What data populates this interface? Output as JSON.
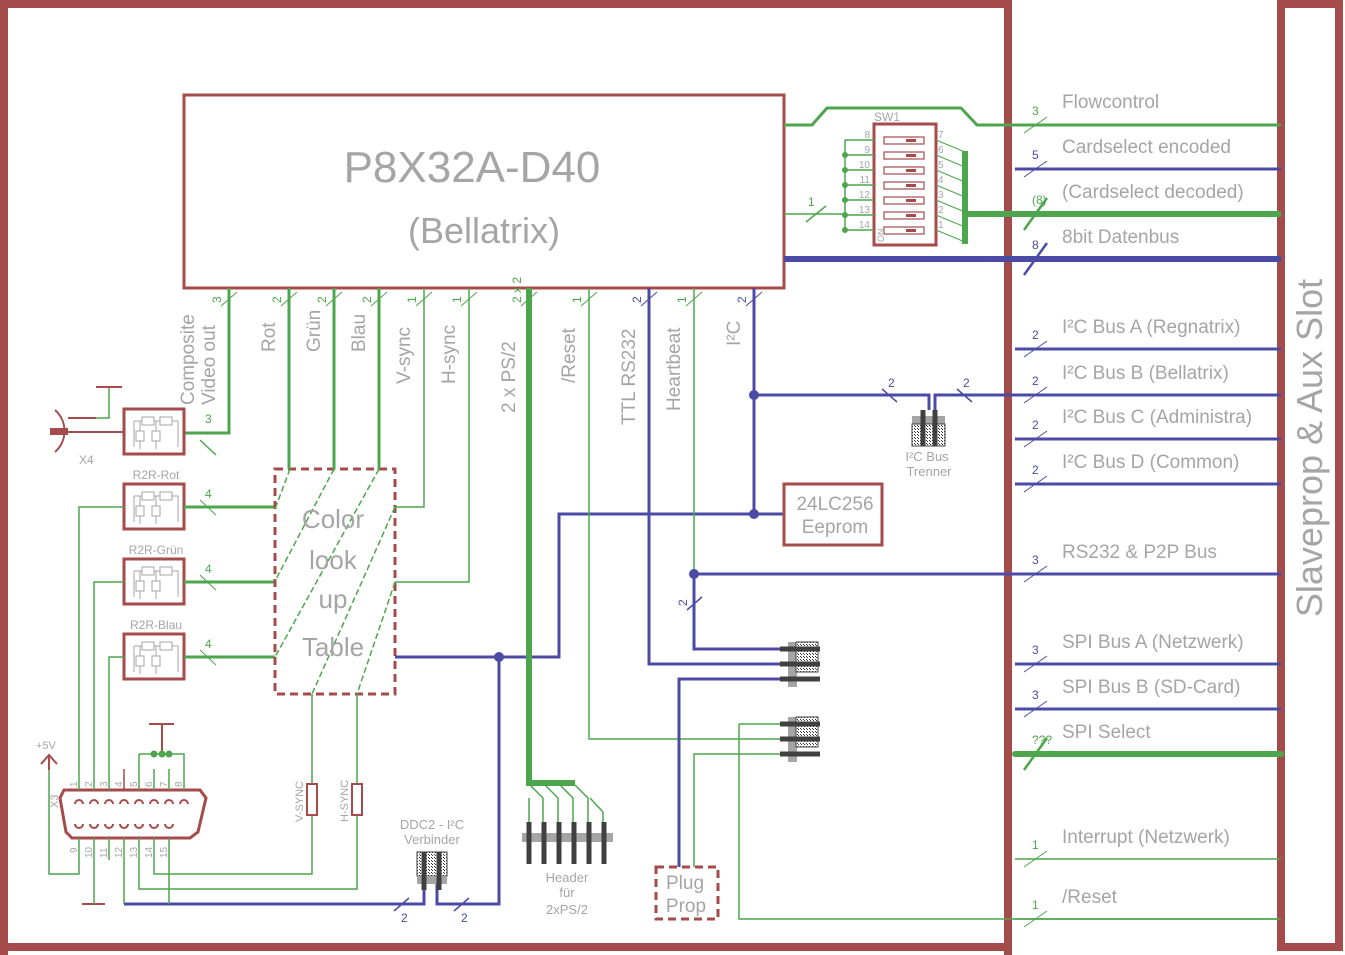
{
  "main_chip": {
    "part_number": "P8X32A-D40",
    "name": "(Bellatrix)"
  },
  "switch": {
    "ref": "SW1",
    "left_pins": [
      "8",
      "9",
      "10",
      "11",
      "12",
      "13",
      "14"
    ],
    "right_pins": [
      "7",
      "6",
      "5",
      "4",
      "3",
      "2",
      "1"
    ],
    "on_label": "ON",
    "bus_width": "1"
  },
  "chip_signals": [
    {
      "label": "Composite Video out",
      "line1": "Composite",
      "line2": "Video out",
      "width": "3",
      "color": "green"
    },
    {
      "label": "Rot",
      "width": "2",
      "color": "green"
    },
    {
      "label": "Grün",
      "width": "2",
      "color": "green"
    },
    {
      "label": "Blau",
      "width": "2",
      "color": "green"
    },
    {
      "label": "V-sync",
      "width": "1",
      "color": "green"
    },
    {
      "label": "H-sync",
      "width": "1",
      "color": "green"
    },
    {
      "label": "2 x PS/2",
      "width": "2 x 2",
      "color": "green"
    },
    {
      "label": "/Reset",
      "width": "1",
      "color": "green"
    },
    {
      "label": "TTL RS232",
      "width": "2",
      "color": "blue"
    },
    {
      "label": "Heartbeat",
      "width": "1",
      "color": "green"
    },
    {
      "label": "I²C",
      "width": "2",
      "color": "blue"
    }
  ],
  "slot_buses": [
    {
      "label": "Flowcontrol",
      "width": "3",
      "color": "green"
    },
    {
      "label": "Cardselect encoded",
      "width": "5",
      "color": "blue"
    },
    {
      "label": "(Cardselect decoded)",
      "width": "(8)",
      "color": "green"
    },
    {
      "label": "8bit Datenbus",
      "width": "8",
      "color": "blue"
    },
    {
      "label": "I²C Bus A (Regnatrix)",
      "width": "2",
      "color": "blue"
    },
    {
      "label": "I²C Bus B (Bellatrix)",
      "width": "2",
      "color": "blue"
    },
    {
      "label": "I²C Bus C (Administra)",
      "width": "2",
      "color": "blue"
    },
    {
      "label": "I²C Bus D (Common)",
      "width": "2",
      "color": "blue"
    },
    {
      "label": "RS232 & P2P Bus",
      "width": "3",
      "color": "blue"
    },
    {
      "label": "SPI Bus A (Netzwerk)",
      "width": "3",
      "color": "blue"
    },
    {
      "label": "SPI Bus B  (SD-Card)",
      "width": "3",
      "color": "blue"
    },
    {
      "label": "SPI Select",
      "width": "???",
      "color": "green"
    },
    {
      "label": "Interrupt (Netzwerk)",
      "width": "1",
      "color": "green"
    },
    {
      "label": "/Reset",
      "width": "1",
      "color": "green"
    }
  ],
  "slot": {
    "title": "Slaveprop & Aux Slot"
  },
  "components": {
    "video_connector_ref": "X4",
    "composite_width": "3",
    "r2r": [
      {
        "label": "R2R-Rot",
        "width": "4"
      },
      {
        "label": "R2R-Grün",
        "width": "4"
      },
      {
        "label": "R2R-Blau",
        "width": "4"
      }
    ],
    "lut": {
      "line1": "Color",
      "line2": "look",
      "line3": "up",
      "line4": "Table"
    },
    "eeprom": {
      "line1": "24LC256",
      "line2": "Eeprom"
    },
    "i2c_splitter": {
      "line1": "I²C Bus",
      "line2": "Trenner",
      "width_left": "2",
      "width_right": "2"
    },
    "vga": {
      "ref": "X3",
      "supply": "+5V",
      "top_pins": [
        "1",
        "2",
        "3",
        "4",
        "5",
        "6",
        "7",
        "8"
      ],
      "bottom_pins": [
        "9",
        "10",
        "11",
        "12",
        "13",
        "14",
        "15"
      ]
    },
    "vsync_resistor": "V-SYNC",
    "hsync_resistor": "H-SYNC",
    "ddc": {
      "line1": "DDC2 - I²C",
      "line2": "Verbinder",
      "width_left": "2",
      "width_right": "2"
    },
    "ps2_header": {
      "line1": "Header",
      "line2": "für",
      "line3": "2xPS/2"
    },
    "plug_prop": {
      "line1": "Plug",
      "line2": "Prop"
    },
    "heartbeat_width": "2"
  }
}
